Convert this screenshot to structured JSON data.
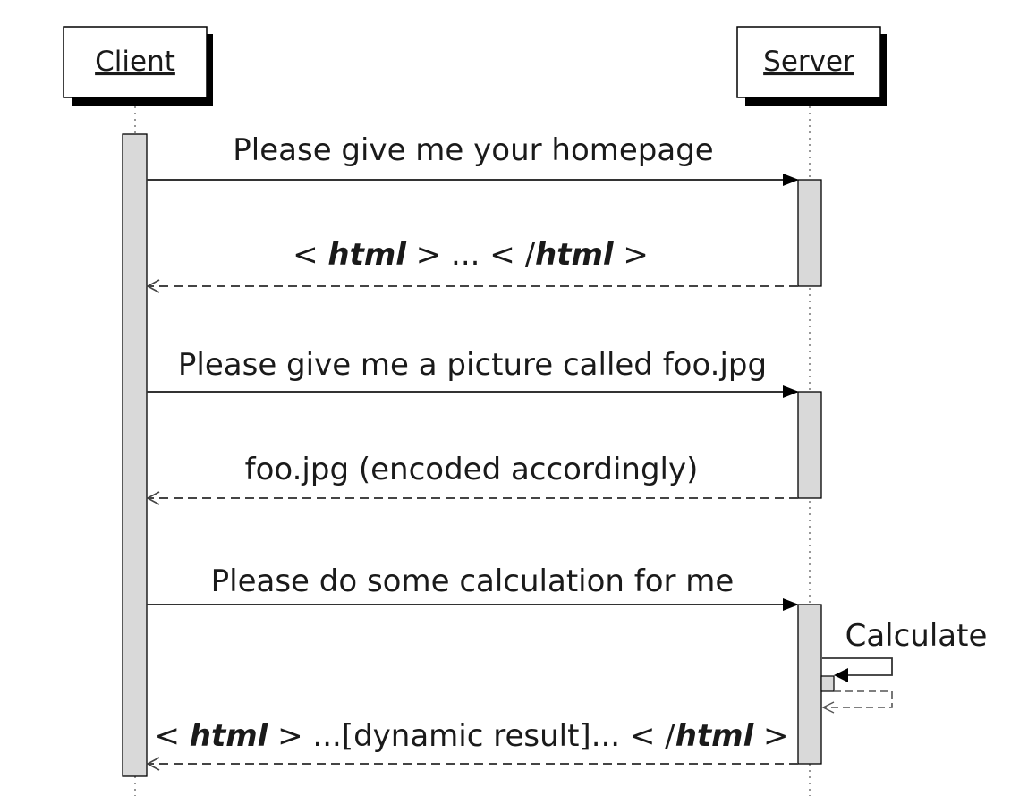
{
  "actors": {
    "client": "Client",
    "server": "Server"
  },
  "messages": [
    {
      "label": "Please give me your homepage",
      "kind": "request"
    },
    {
      "open": "< ",
      "tag": "html",
      "mid": " > ... < /",
      "tag2": "html",
      "close": " >",
      "kind": "response"
    },
    {
      "label": "Please give me a picture called foo.jpg",
      "kind": "request"
    },
    {
      "label": "foo.jpg (encoded accordingly)",
      "kind": "response"
    },
    {
      "label": "Please do some calculation for me",
      "kind": "request"
    },
    {
      "label": "Calculate",
      "kind": "self-call"
    },
    {
      "open": "< ",
      "tag": "html",
      "mid": " > ...[dynamic result]... < /",
      "tag2": "html",
      "close": " >",
      "kind": "response"
    }
  ]
}
